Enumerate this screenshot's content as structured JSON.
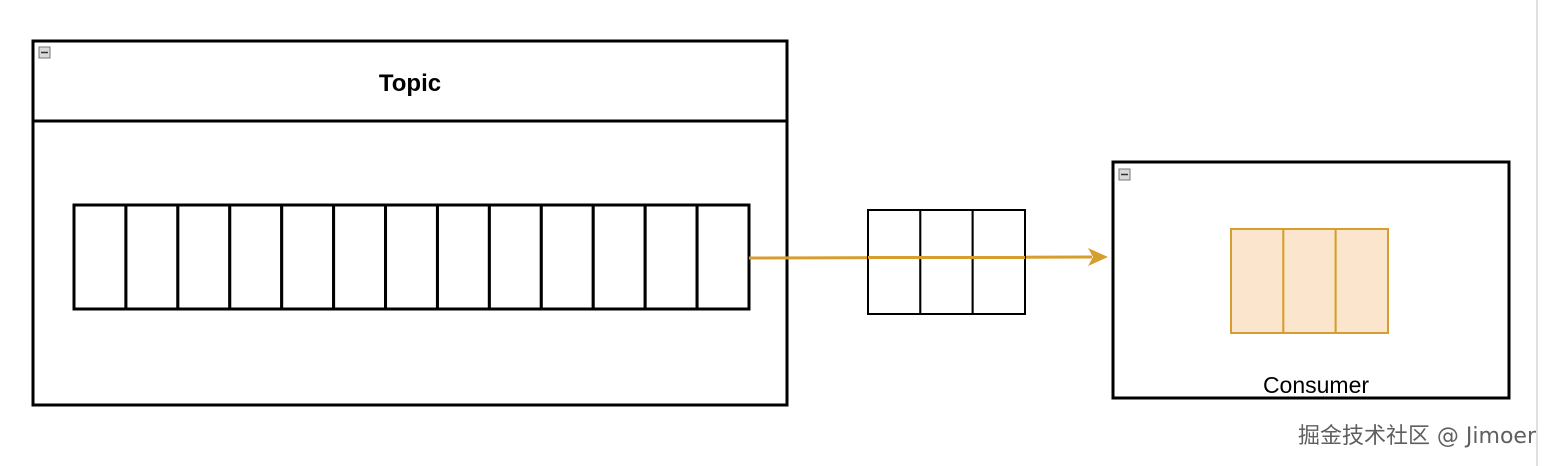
{
  "topic": {
    "title": "Topic",
    "queue_cells": 13
  },
  "in_flight": {
    "cells": 3
  },
  "consumer": {
    "label": "Consumer",
    "buffer_cells": 3
  },
  "colors": {
    "stroke": "#000000",
    "arrow": "#d69e2e",
    "consumer_cell_fill": "#fce5cd",
    "consumer_cell_stroke": "#d69e2e",
    "collapse_icon_fill": "#d9d9d9"
  },
  "watermark": {
    "text": "掘金技术社区 @ Jimoer"
  }
}
